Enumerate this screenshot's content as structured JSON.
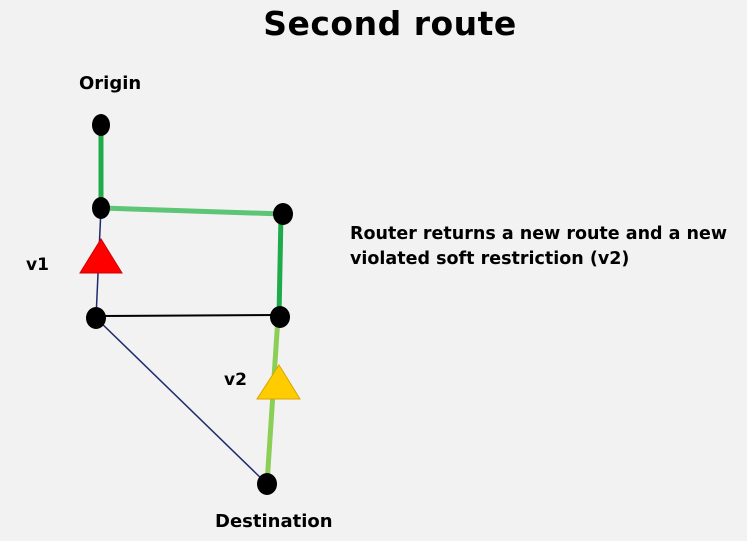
{
  "header": {
    "title": "Second route"
  },
  "nodes": {
    "origin_label": "Origin",
    "destination_label": "Destination"
  },
  "restrictions": {
    "v1_label": "v1",
    "v2_label": "v2",
    "v1_color": "#ff0000",
    "v2_color": "#ffcc00"
  },
  "description": {
    "text": "Router returns a new route and a new violated soft restriction (v2)"
  },
  "colors": {
    "route_dark_green": "#1faa4b",
    "route_mid_green": "#5cc576",
    "route_light_green": "#8ccf57",
    "unused_edge": "#000000",
    "unused_edge_navy": "#1f2a6b",
    "node": "#000000",
    "background": "#f2f2f2"
  }
}
